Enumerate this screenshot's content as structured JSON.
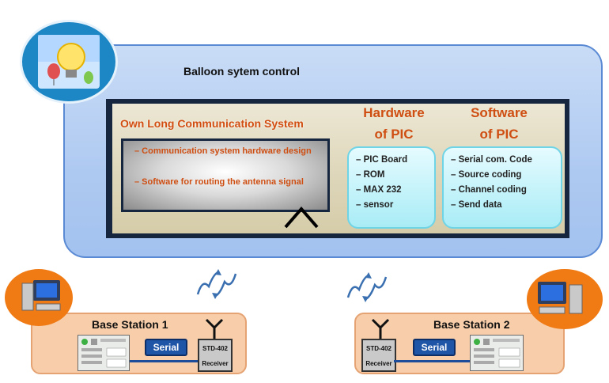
{
  "main": {
    "title": "Balloon sytem control"
  },
  "communication": {
    "title": "Own Long Communication System",
    "items": [
      "– Communication system hardware design",
      "– Software for routing the antenna signal"
    ]
  },
  "hardware": {
    "title_line1": "Hardware",
    "title_line2": "of PIC",
    "items": [
      "– PIC Board",
      "– ROM",
      "– MAX 232",
      "– sensor"
    ]
  },
  "software": {
    "title_line1": "Software",
    "title_line2": "of PIC",
    "items": [
      "– Serial com. Code",
      "– Source coding",
      "– Channel coding",
      "– Send data"
    ]
  },
  "base_station_1": {
    "title": "Base Station 1",
    "serial_label": "Serial",
    "receiver_line1": "STD-402",
    "receiver_line2": "Receiver"
  },
  "base_station_2": {
    "title": "Base Station 2",
    "serial_label": "Serial",
    "receiver_line1": "STD-402",
    "receiver_line2": "Receiver"
  },
  "colors": {
    "panel_blue": "#aec9f1",
    "accent_orange": "#cf4e12",
    "pill_cyan": "#a9ecf6",
    "base_peach": "#f8ceaa"
  },
  "icons": [
    "lightbulb-balloon-logo-icon",
    "computer-icon",
    "antenna-icon",
    "wireless-signal-icon"
  ]
}
